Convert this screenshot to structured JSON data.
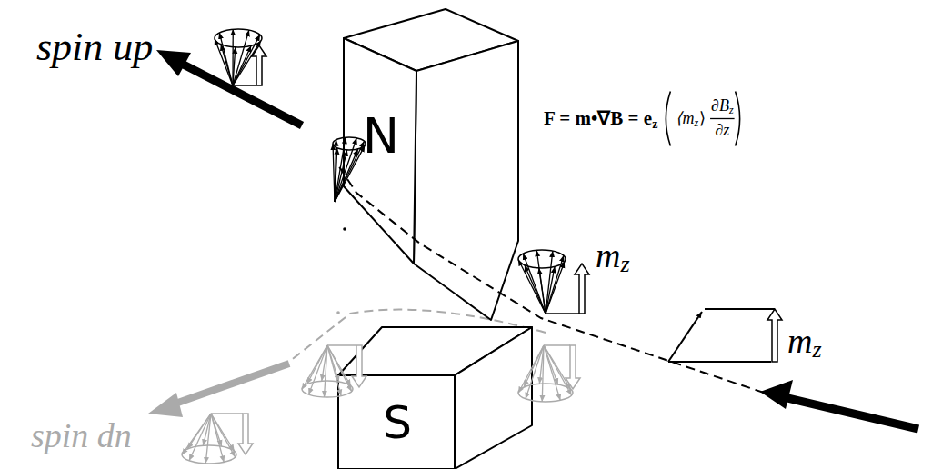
{
  "diagram": {
    "nodes": [
      {
        "text": [
          "N"
        ]
      },
      {
        "text": [
          "S"
        ]
      }
    ],
    "labels": [
      "spin up",
      "spin dn",
      "F = m•∇B = e",
      "z",
      "⟨m",
      "z",
      "⟩",
      "∂B",
      "z",
      "∂z",
      "m",
      "z",
      "m",
      "z"
    ]
  }
}
